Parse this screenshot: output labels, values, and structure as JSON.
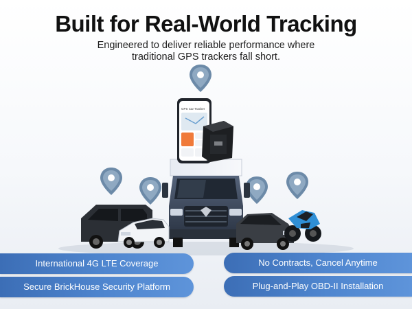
{
  "header": {
    "title": "Built for Real-World Tracking",
    "subtitle_line1": "Engineered to deliver reliable performance where",
    "subtitle_line2": "traditional GPS trackers fall short."
  },
  "phone": {
    "app_title": "GPS Car Tracker"
  },
  "features": [
    {
      "label": "International 4G LTE Coverage"
    },
    {
      "label": "No Contracts, Cancel Anytime"
    },
    {
      "label": "Secure BrickHouse Security Platform"
    },
    {
      "label": "Plug-and-Play OBD-II Installation"
    }
  ],
  "colors": {
    "accent_blue": "#4a7fc7",
    "pin_blue": "#6c8aa8",
    "headline": "#111111",
    "app_orange": "#f07a3a"
  },
  "icons": [
    "location-pin-icon"
  ]
}
